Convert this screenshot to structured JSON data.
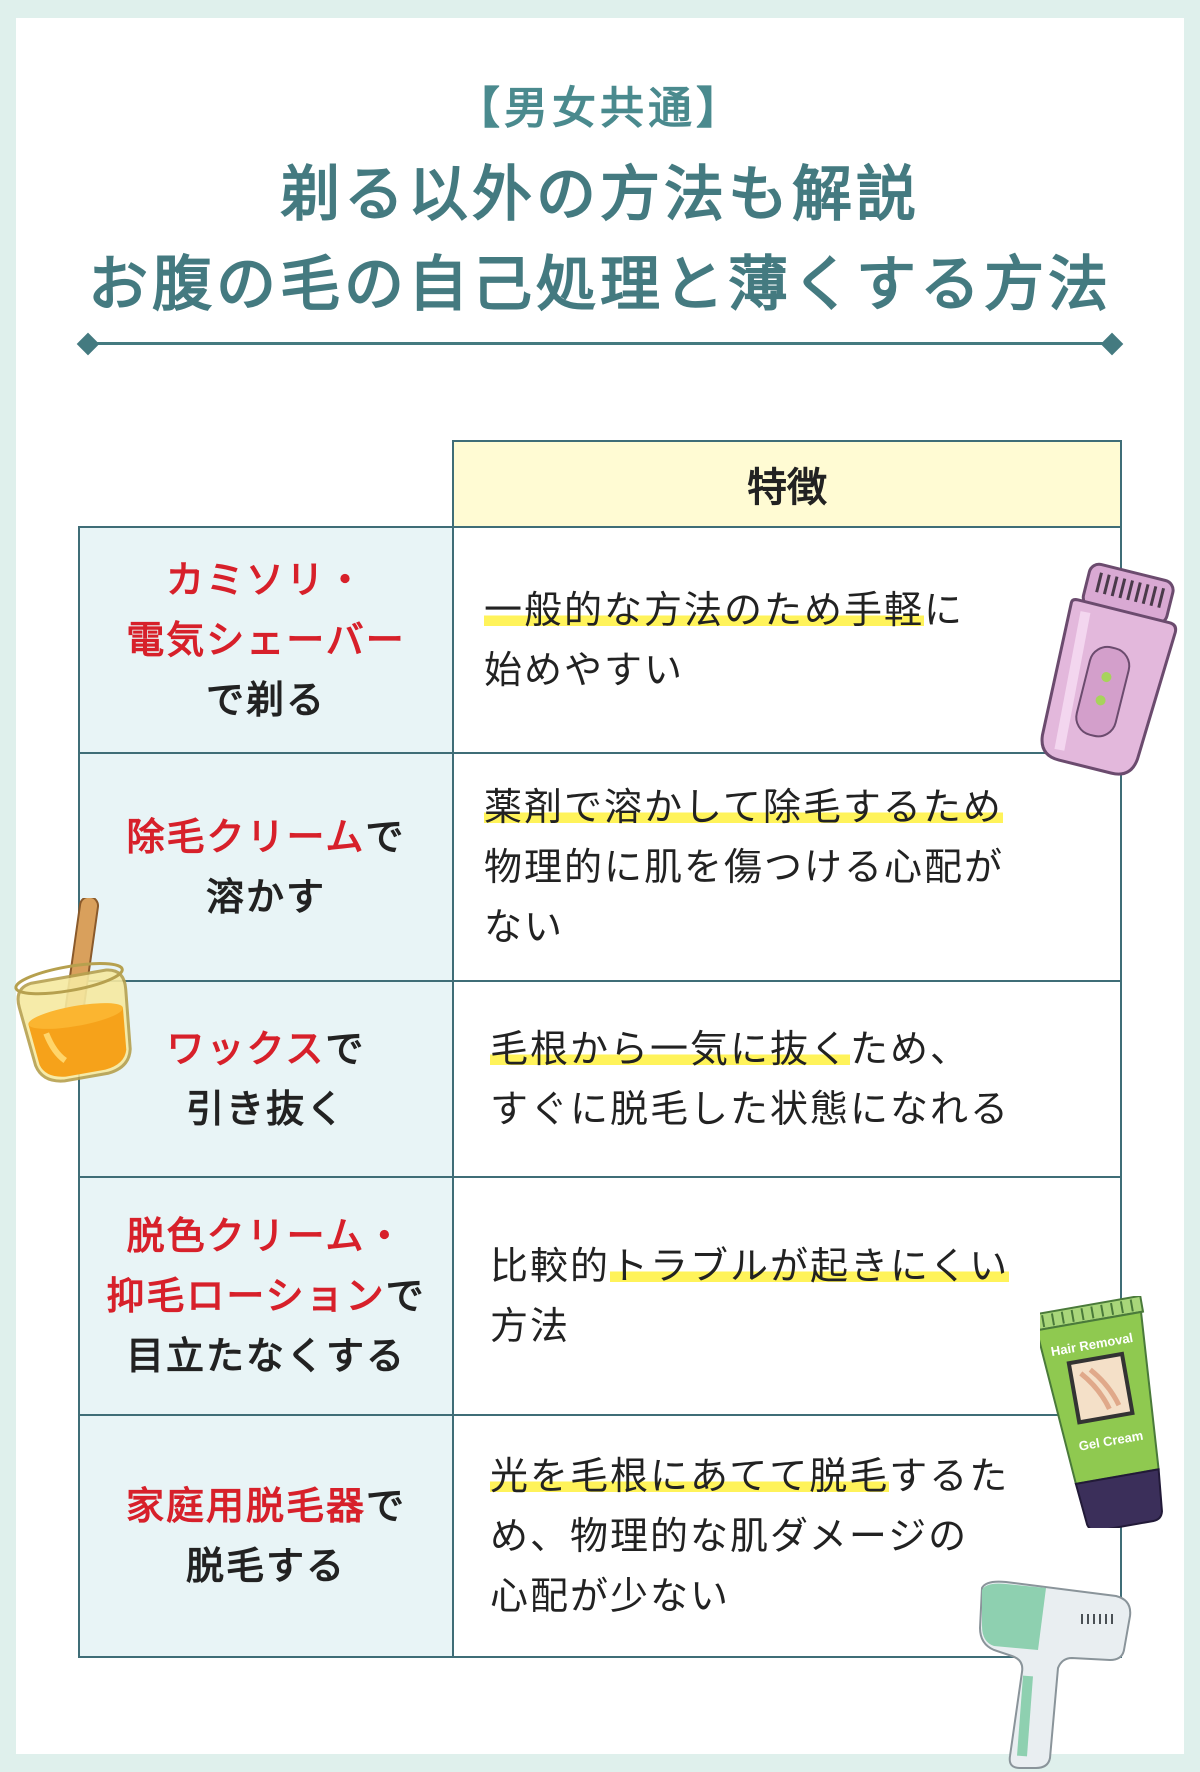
{
  "title": {
    "tag": "【男女共通】",
    "line1": "剃る以外の方法も解説",
    "line2": "お腹の毛の自己処理と薄くする方法"
  },
  "table": {
    "header": "特徴",
    "rows": [
      {
        "method_red_1": "カミソリ・",
        "method_red_2": "電気シェーバー",
        "method_black": "で剃る",
        "desc_hl_1": "一般的な方法のため手軽",
        "desc_plain_1": "に",
        "desc_2": "始めやすい"
      },
      {
        "method_red": "除毛クリーム",
        "method_black_1": "で",
        "method_black_2": "溶かす",
        "desc_hl_1": "薬剤で溶かして除毛するため",
        "desc_2": "物理的に肌を傷つける心配が",
        "desc_3": "ない"
      },
      {
        "method_red": "ワックス",
        "method_black_1": "で",
        "method_black_2": "引き抜く",
        "desc_hl_1": "毛根から一気に抜く",
        "desc_plain_1": "ため、",
        "desc_2": "すぐに脱毛した状態になれる"
      },
      {
        "method_red_1": "脱色クリーム・",
        "method_red_2": "抑毛ローション",
        "method_black_2": "で",
        "method_black_3": "目立たなくする",
        "desc_plain_1": "比較的",
        "desc_hl_1": "トラブルが起きにくい",
        "desc_2": "方法"
      },
      {
        "method_red": "家庭用脱毛器",
        "method_black_1": "で",
        "method_black_2": "脱毛する",
        "desc_hl_1": "光を毛根にあてて脱毛",
        "desc_plain_1": "するた",
        "desc_2": "め、物理的な肌ダメージの",
        "desc_3": "心配が少ない"
      }
    ]
  },
  "illustrations": {
    "tube_text_1": "Hair Removal",
    "tube_text_2": "Gel Cream",
    "icons": [
      "epilator-icon",
      "wax-pot-icon",
      "cream-tube-icon",
      "ipl-device-icon"
    ]
  },
  "colors": {
    "accent": "#447a80",
    "method_red": "#d7202a",
    "highlight": "#fff35a",
    "header_bg": "#fffbd3",
    "left_cell_bg": "#e8f4f6"
  }
}
